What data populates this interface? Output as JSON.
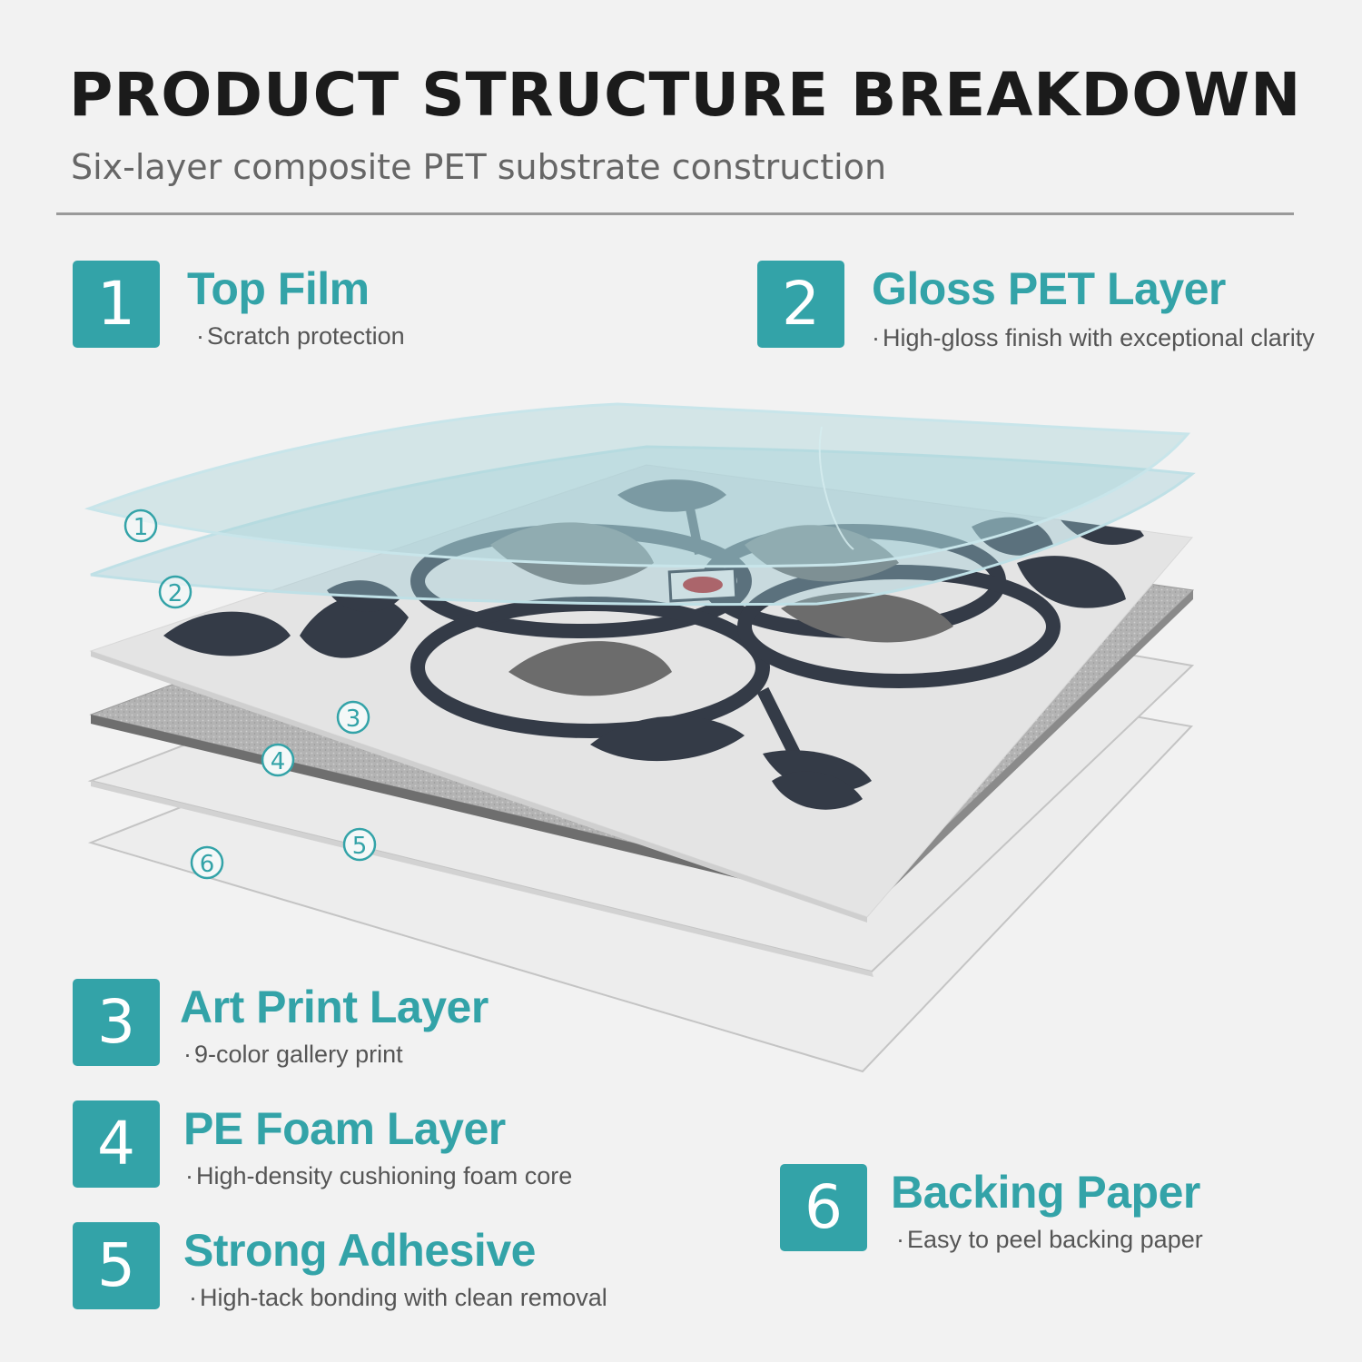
{
  "header": {
    "title": "PRODUCT STRUCTURE BREAKDOWN",
    "subtitle": "Six-layer composite PET substrate construction"
  },
  "layers": [
    {
      "number": "1",
      "name": "Top Film",
      "description": "Scratch protection"
    },
    {
      "number": "2",
      "name": "Gloss PET Layer",
      "description": "High-gloss finish with exceptional clarity"
    },
    {
      "number": "3",
      "name": "Art Print Layer",
      "description": "9-color gallery print"
    },
    {
      "number": "4",
      "name": "PE Foam Layer",
      "description": "High-density cushioning foam core"
    },
    {
      "number": "5",
      "name": "Strong Adhesive",
      "description": "High-tack bonding with clean removal"
    },
    {
      "number": "6",
      "name": "Backing Paper",
      "description": "Easy to peel backing paper"
    }
  ],
  "diagram_markers": [
    "1",
    "2",
    "3",
    "4",
    "5",
    "6"
  ],
  "colors": {
    "accent": "#33a3a8",
    "background": "#f2f2f2",
    "ink": "#343b47",
    "print_red": "#b5282b"
  }
}
